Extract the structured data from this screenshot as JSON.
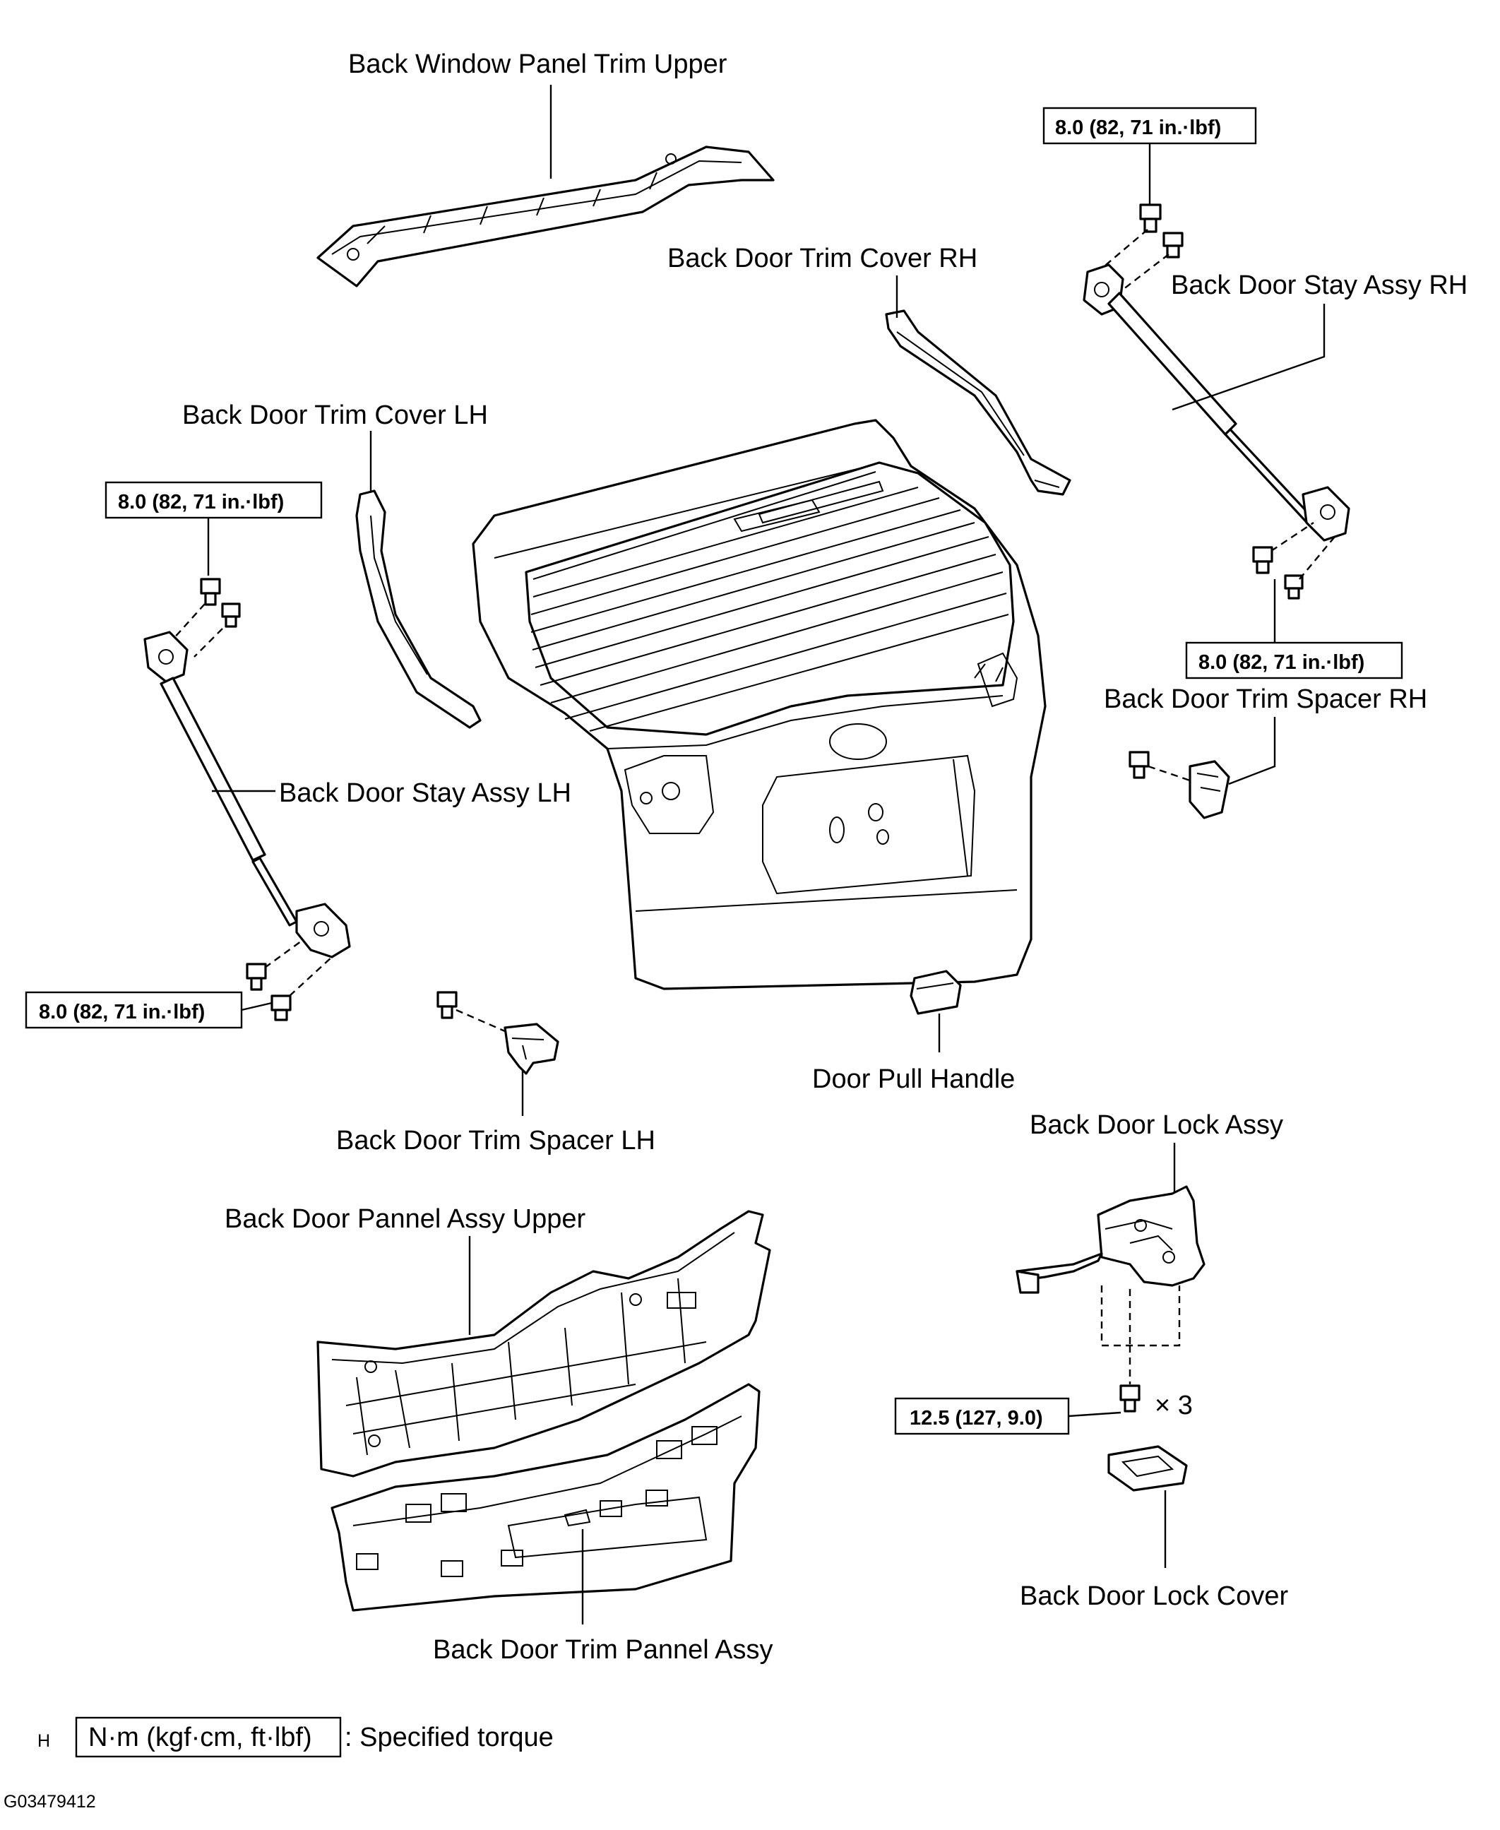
{
  "labels": {
    "back_window_panel_trim_upper": "Back Window Panel Trim Upper",
    "back_door_trim_cover_rh": "Back Door Trim Cover RH",
    "back_door_stay_assy_rh": "Back Door Stay Assy RH",
    "back_door_trim_cover_lh": "Back Door Trim Cover LH",
    "back_door_stay_assy_lh": "Back Door Stay Assy LH",
    "back_door_trim_spacer_rh": "Back Door Trim Spacer RH",
    "back_door_trim_spacer_lh": "Back Door Trim Spacer LH",
    "door_pull_handle": "Door Pull Handle",
    "back_door_lock_assy": "Back Door Lock Assy",
    "back_door_pannel_assy_upper": "Back Door Pannel Assy Upper",
    "back_door_trim_pannel_assy": "Back Door Trim Pannel Assy",
    "back_door_lock_cover": "Back Door Lock Cover"
  },
  "torques": {
    "rh_stay_upper": "8.0 (82, 71 in.·lbf)",
    "lh_stay_upper": "8.0 (82, 71 in.·lbf)",
    "rh_stay_lower": "8.0 (82, 71 in.·lbf)",
    "lh_stay_lower": "8.0 (82, 71 in.·lbf)",
    "lock_assy": "12.5 (127, 9.0)",
    "lock_bolt_qty": "× 3"
  },
  "legend": {
    "marker": "H",
    "unit_box": "N·m (kgf·cm, ft·lbf)",
    "description": ": Specified torque"
  },
  "figure_id": "G03479412"
}
